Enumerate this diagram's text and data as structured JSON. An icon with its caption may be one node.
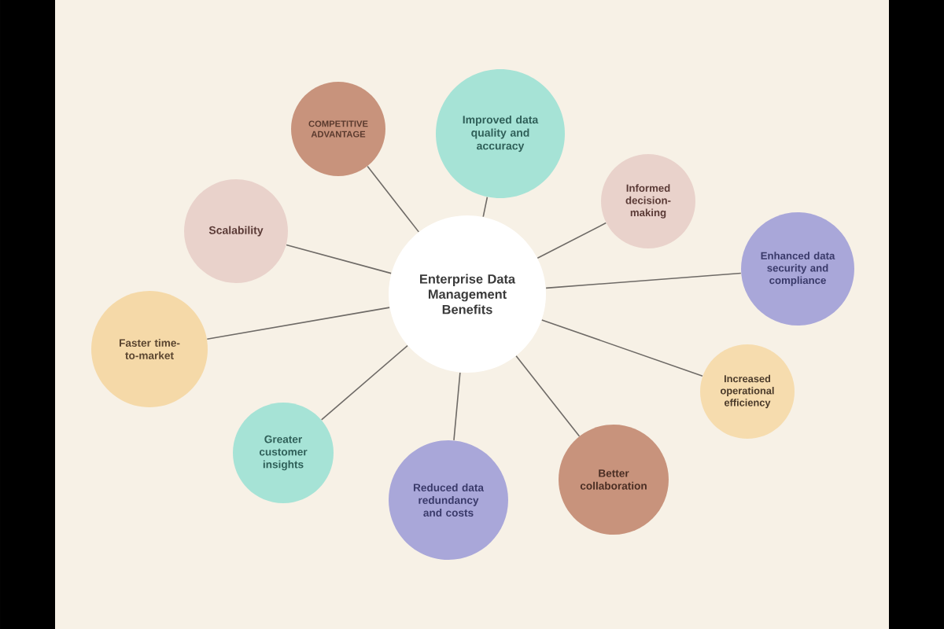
{
  "diagram": {
    "nodes": [
      {
        "text": [
          "Enterprise Data Management Benefits"
        ]
      },
      {
        "text": [
          "COMPETITIVE ADVANTAGE"
        ]
      },
      {
        "text": [
          "Improved data quality and accuracy"
        ]
      },
      {
        "text": [
          "Informed decision-making"
        ]
      },
      {
        "text": [
          "Scalability"
        ]
      },
      {
        "text": [
          "Enhanced data security and compliance"
        ]
      },
      {
        "text": [
          "Faster time-to-market"
        ]
      },
      {
        "text": [
          "Increased operational efficiency"
        ]
      },
      {
        "text": [
          "Greater customer insights"
        ]
      },
      {
        "text": [
          "Better collaboration"
        ]
      },
      {
        "text": [
          "Reduced data redundancy and costs"
        ]
      }
    ],
    "edges": [
      {
        "from": 0,
        "to": 1,
        "arrow": "none"
      },
      {
        "from": 0,
        "to": 2,
        "arrow": "none"
      },
      {
        "from": 0,
        "to": 3,
        "arrow": "none"
      },
      {
        "from": 0,
        "to": 4,
        "arrow": "none"
      },
      {
        "from": 0,
        "to": 5,
        "arrow": "none"
      },
      {
        "from": 0,
        "to": 6,
        "arrow": "none"
      },
      {
        "from": 0,
        "to": 7,
        "arrow": "none"
      },
      {
        "from": 0,
        "to": 8,
        "arrow": "none"
      },
      {
        "from": 0,
        "to": 9,
        "arrow": "none"
      },
      {
        "from": 0,
        "to": 10,
        "arrow": "none"
      }
    ]
  }
}
